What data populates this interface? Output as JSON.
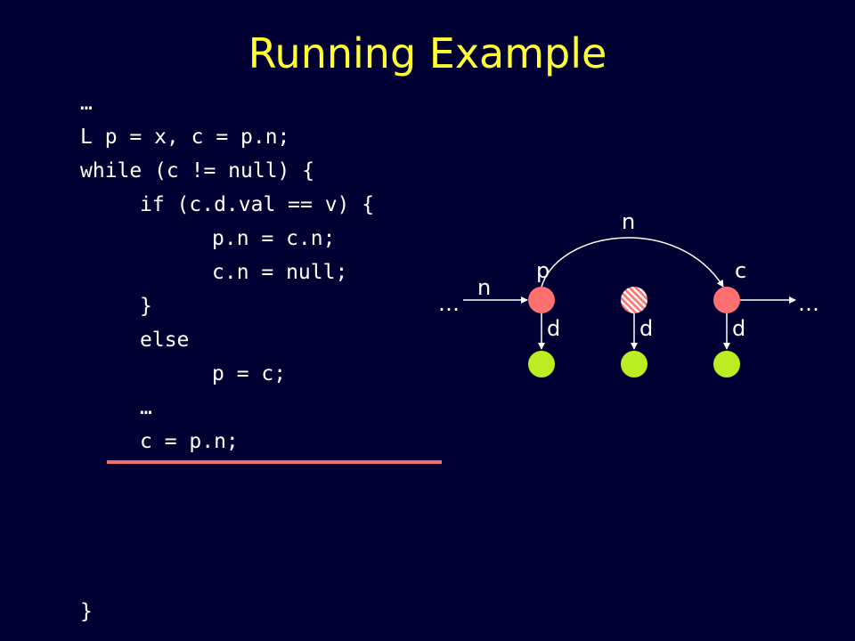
{
  "title": "Running Example",
  "code": {
    "lines": [
      "…",
      "L p = x, c = p.n;",
      "while (c != null) {",
      "if (c.d.val == v) {",
      "p.n = c.n;",
      "c.n = null;",
      "}",
      "else",
      "p = c;",
      "…",
      "c = p.n;",
      "}"
    ]
  },
  "diagram": {
    "labels": {
      "left_ellipsis": "…",
      "right_ellipsis": "…",
      "edge_in_n": "n",
      "edge_skip_n": "n",
      "var_p": "p",
      "var_c": "c",
      "edge_d1": "d",
      "edge_d2": "d",
      "edge_d3": "d"
    },
    "colors": {
      "list_node": "#ff7070",
      "removed_node": "#ff7070",
      "data_node": "#bbee22",
      "arrow": "#ffffff"
    }
  }
}
